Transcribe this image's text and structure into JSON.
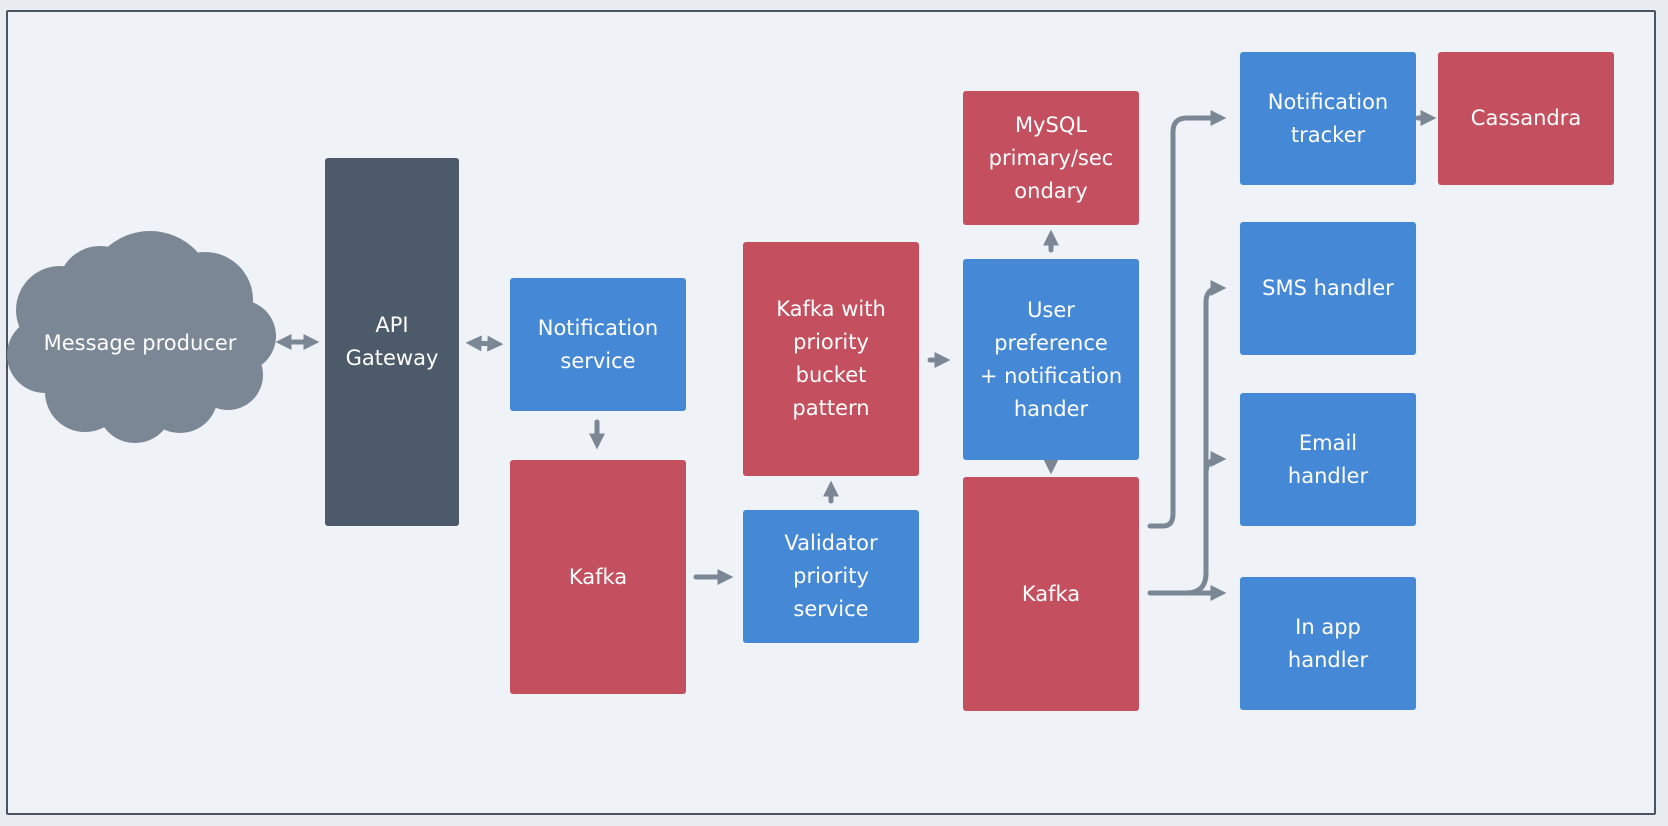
{
  "diagram": {
    "nodes": {
      "message_producer": "Message producer",
      "api_gateway": "API\nGateway",
      "notification_service": "Notification\nservice",
      "kafka_1": "Kafka",
      "validator": "Validator\npriority\nservice",
      "kafka_priority": "Kafka with\npriority\nbucket\npattern",
      "mysql": "MySQL\nprimary/sec\nondary",
      "user_preference": "User\npreference\n+ notification\nhander",
      "kafka_2": "Kafka",
      "notification_tracker": "Notification\ntracker",
      "cassandra": "Cassandra",
      "sms_handler": "SMS handler",
      "email_handler": "Email\nhandler",
      "in_app_handler": "In app\nhandler"
    },
    "colors": {
      "service": "#4588d6",
      "datastore": "#c44f5e",
      "gateway": "#4c5a69",
      "producer": "#7b8794",
      "connector": "#7b8794"
    }
  }
}
